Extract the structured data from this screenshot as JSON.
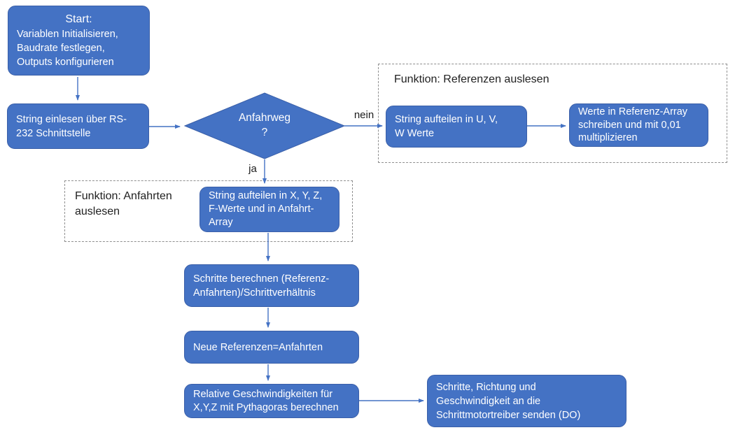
{
  "diagram_title": "Flowchart (German): serial string processing for stepper motor control",
  "colors": {
    "node_fill": "#4472C4",
    "node_border": "#3A5FA8",
    "node_text": "#FFFFFF",
    "arrow": "#4472C4",
    "group_border": "#8F8F8F",
    "label_text": "#212121",
    "background": "#FFFFFF"
  },
  "nodes": {
    "start": {
      "title": "Start:",
      "body": "Variablen Initialisieren,\nBaudrate festlegen,\nOutputs konfigurieren"
    },
    "read_string": {
      "text": "String einlesen über RS-\n232 Schnittstelle"
    },
    "decision": {
      "text": "Anfahrweg\n?"
    },
    "split_uvw": {
      "text": "String aufteilen in U, V,\nW Werte"
    },
    "write_ref": {
      "text": "Werte in Referenz-Array\nschreiben und mit 0,01\nmultiplizieren"
    },
    "split_xyz": {
      "text": "String aufteilen in X, Y, Z,\nF-Werte und in Anfahrt-\nArray"
    },
    "calc_steps": {
      "text": "Schritte berechnen (Referenz-\nAnfahrten)/Schrittverhältnis"
    },
    "new_ref": {
      "text": "Neue Referenzen=Anfahrten"
    },
    "rel_speed": {
      "text": "Relative Geschwindigkeiten für\nX,Y,Z mit Pythagoras berechnen"
    },
    "send": {
      "text": "Schritte, Richtung und\nGeschwindigkeit an die\nSchrittmotortreiber senden (DO)"
    }
  },
  "groups": {
    "referenzen": {
      "title": "Funktion: Referenzen auslesen"
    },
    "anfahrten": {
      "title": "Funktion: Anfahrten\nauslesen"
    }
  },
  "edge_labels": {
    "no": "nein",
    "yes": "ja"
  }
}
